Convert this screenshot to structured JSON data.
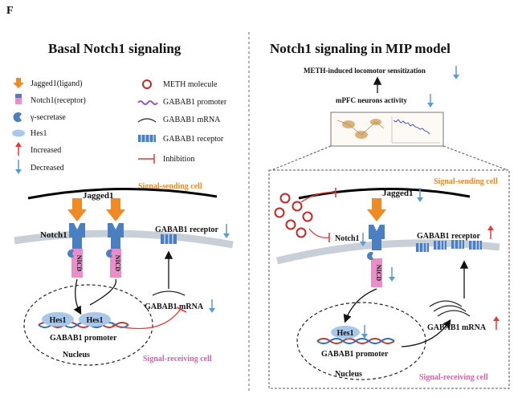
{
  "figure_letter": "F",
  "colors": {
    "orange": "#f08a24",
    "blue_arrow": "#5b9bd5",
    "red": "#e53935",
    "pink": "#e98fc8",
    "notch_blue": "#4a7fc1",
    "signal_send": "#e08a2a",
    "signal_receive": "#cc66aa",
    "membrane": "#c8cfd6"
  },
  "left": {
    "title": "Basal Notch1 signaling",
    "legend": {
      "jagged": "Jagged1(ligand)",
      "notch": "Notch1(receptor)",
      "gamma": "γ-secretase",
      "hes": "Hes1",
      "increased": "Increased",
      "decreased": "Decreased",
      "meth": "METH molecule",
      "promoter": "GABAB1 promoter",
      "mrna": "GABAB1 mRNA",
      "receptor": "GABAB1 receptor",
      "inhibition": "Inhibition"
    },
    "signal_sending": "Signal-sending cell",
    "jagged1": "Jagged1",
    "notch1": "Notch1",
    "nicd": "NICD",
    "gaba_receptor": "GABAB1 receptor",
    "gaba_mrna": "GABAB1 mRNA",
    "hes1_a": "Hes1",
    "hes1_b": "Hes1",
    "promoter": "GABAB1 promoter",
    "nucleus": "Nucleus",
    "signal_receiving": "Signal-receiving cell"
  },
  "right": {
    "title": "Notch1 signaling in MIP model",
    "meth_sensitization": "METH-induced locomotor sensitization",
    "mpfc_activity": "mPFC neurons activity",
    "signal_sending": "Signal-sending cell",
    "jagged1": "Jagged1",
    "notch1": "Notch1",
    "nicd": "NICD",
    "gaba_receptor": "GABAB1 receptor",
    "gaba_mrna": "GABAB1 mRNA",
    "hes1": "Hes1",
    "promoter": "GABAB1 promoter",
    "nucleus": "Nucleus",
    "signal_receiving": "Signal-receiving cell"
  }
}
